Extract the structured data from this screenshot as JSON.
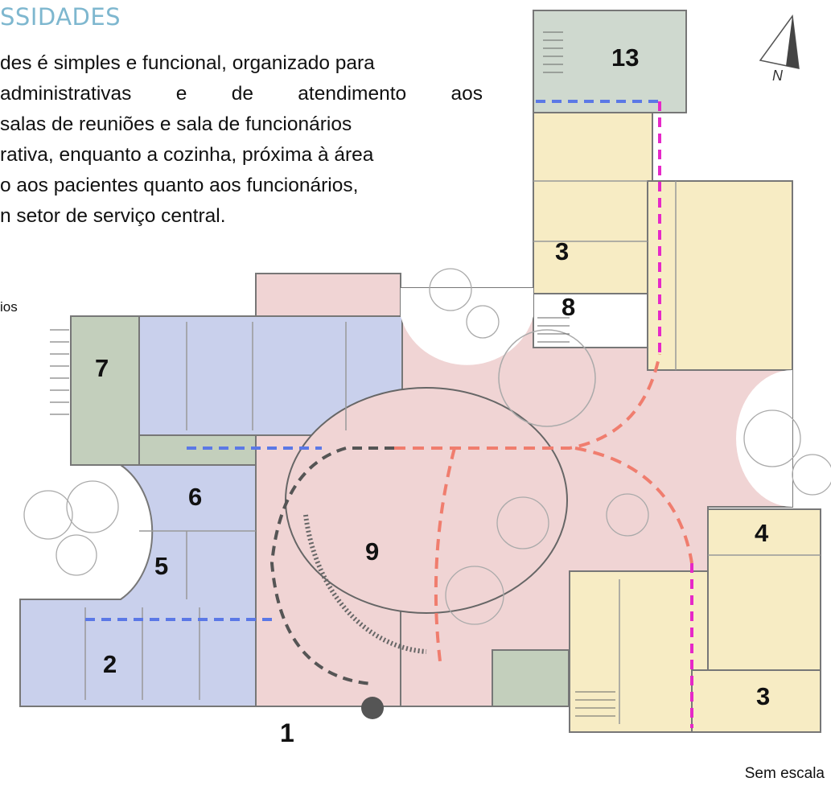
{
  "heading": "SSIDADES",
  "paragraph_lines": [
    "des é simples e funcional, organizado para",
    "administrativas    e    de    atendimento    aos",
    "salas de reuniões e sala de funcionários",
    "rativa, enquanto a cozinha, próxima à área",
    "o aos pacientes quanto aos funcionários,",
    "n setor de serviço central."
  ],
  "cut_label": "ios",
  "scale_note": "Sem escala",
  "north_arrow_letter": "N",
  "room_numbers": {
    "r13": "13",
    "r3_top": "3",
    "r7": "7",
    "r8": "8",
    "r6": "6",
    "r5": "5",
    "r9": "9",
    "r4": "4",
    "r2": "2",
    "r3_bottom": "3",
    "r1": "1"
  },
  "colors": {
    "zone_administrative": "#c9d0ec",
    "zone_service_green": "#c3cfbc",
    "zone_patient_yellow": "#f7ecc4",
    "zone_central_pink": "#f0d4d4",
    "zone_north_green": "#cfd9cf",
    "path_blue": "#5b78e6",
    "path_magenta": "#e628c8",
    "path_salmon": "#f07d6e",
    "path_dark": "#555555",
    "heading_color": "#7eb7cf"
  }
}
